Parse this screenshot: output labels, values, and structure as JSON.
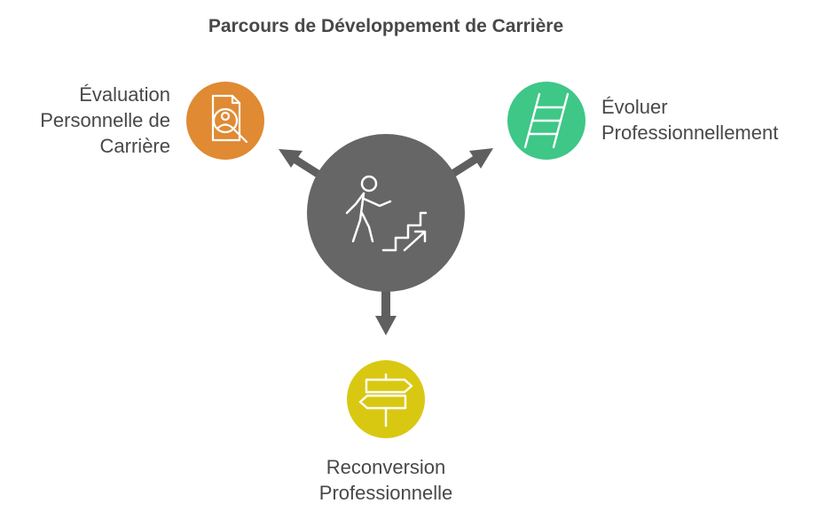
{
  "title": "Parcours de Développement de Carrière",
  "center": {
    "icon": "person-climbing-stairs-icon",
    "color": "#666666"
  },
  "branches": [
    {
      "id": "left",
      "lines": [
        "Évaluation",
        "Personnelle de",
        "Carrière"
      ],
      "icon": "document-search-person-icon",
      "color": "#E08A33"
    },
    {
      "id": "right",
      "lines": [
        "Évoluer",
        "Professionnellement"
      ],
      "icon": "ladder-icon",
      "color": "#3EC787"
    },
    {
      "id": "bottom",
      "lines": [
        "Reconversion",
        "Professionnelle"
      ],
      "icon": "signpost-icon",
      "color": "#D9C812"
    }
  ],
  "colors": {
    "text": "#484848",
    "arrow": "#5f5f5f"
  }
}
